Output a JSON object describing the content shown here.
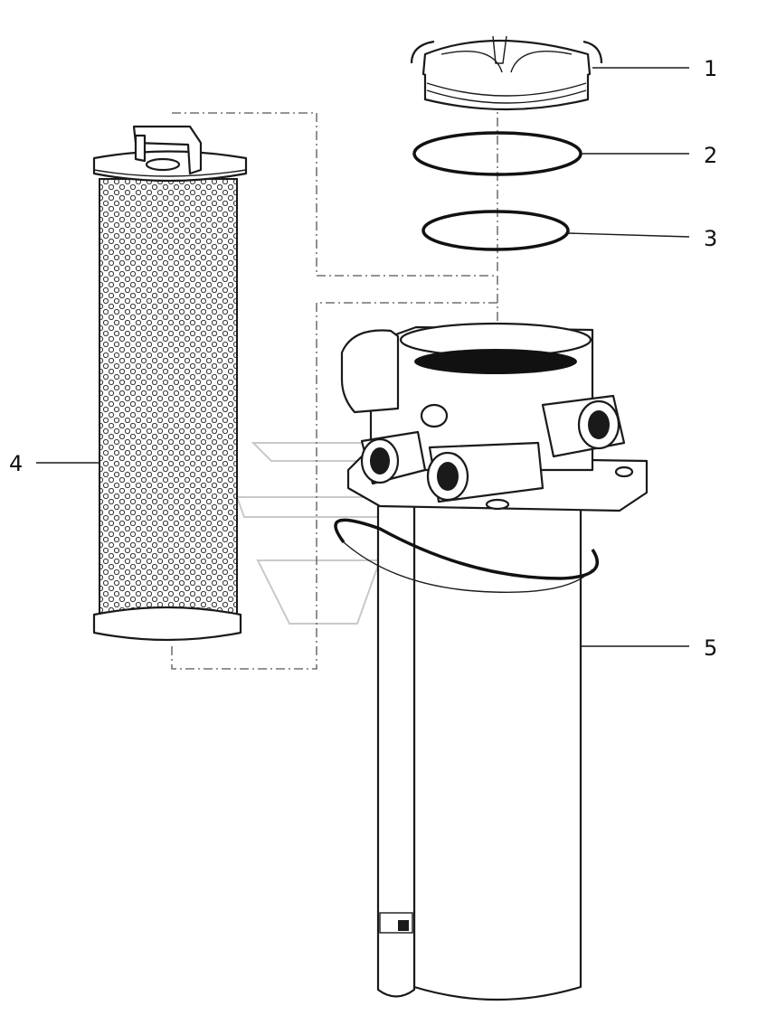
{
  "callouts": [
    {
      "id": "1",
      "label": "1"
    },
    {
      "id": "2",
      "label": "2"
    },
    {
      "id": "3",
      "label": "3"
    },
    {
      "id": "4",
      "label": "4"
    },
    {
      "id": "5",
      "label": "5"
    }
  ],
  "colors": {
    "line": "#1a1a1a",
    "watermark": "#c9c9c9",
    "background": "#ffffff"
  }
}
